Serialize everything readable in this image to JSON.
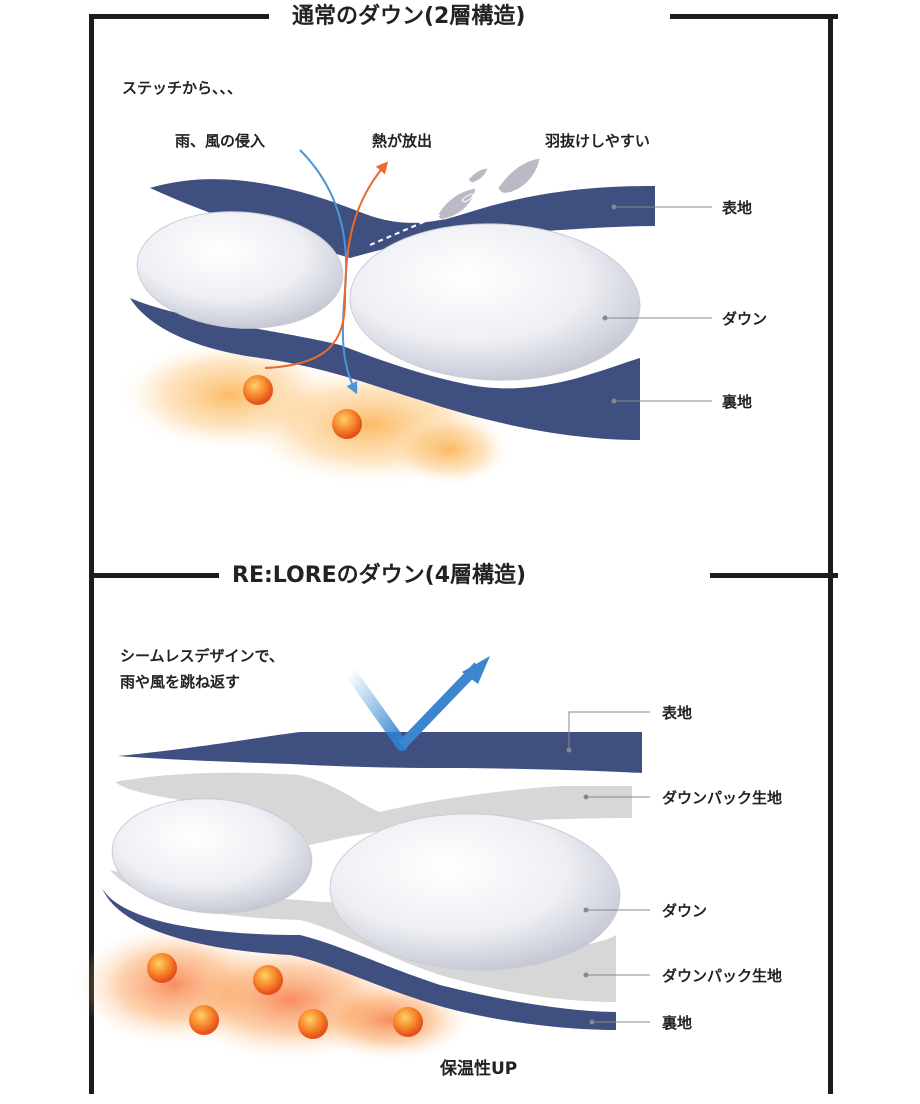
{
  "top": {
    "title": "通常のダウン(2層構造)",
    "stitch_text": "ステッチから、、、",
    "annotations": {
      "wind": "雨、風の侵入",
      "heat": "熱が放出",
      "feather": "羽抜けしやすい"
    },
    "layers": {
      "outer": "表地",
      "down": "ダウン",
      "lining": "裏地"
    }
  },
  "bottom": {
    "title": "RE:LOREのダウン(4層構造)",
    "callout_line1": "シームレスデザインで、",
    "callout_line2": "雨や風を跳ね返す",
    "layers": {
      "outer": "表地",
      "pack_top": "ダウンパック生地",
      "down": "ダウン",
      "pack_bottom": "ダウンパック生地",
      "lining": "裏地"
    },
    "warmth": "保温性UP"
  },
  "colors": {
    "navy": "#3f4f7f",
    "gray_pack": "#d7d7d7",
    "heat_orange": "#f28a2a",
    "wind_blue": "#3b8fd6",
    "frame": "#1c1c1c"
  }
}
